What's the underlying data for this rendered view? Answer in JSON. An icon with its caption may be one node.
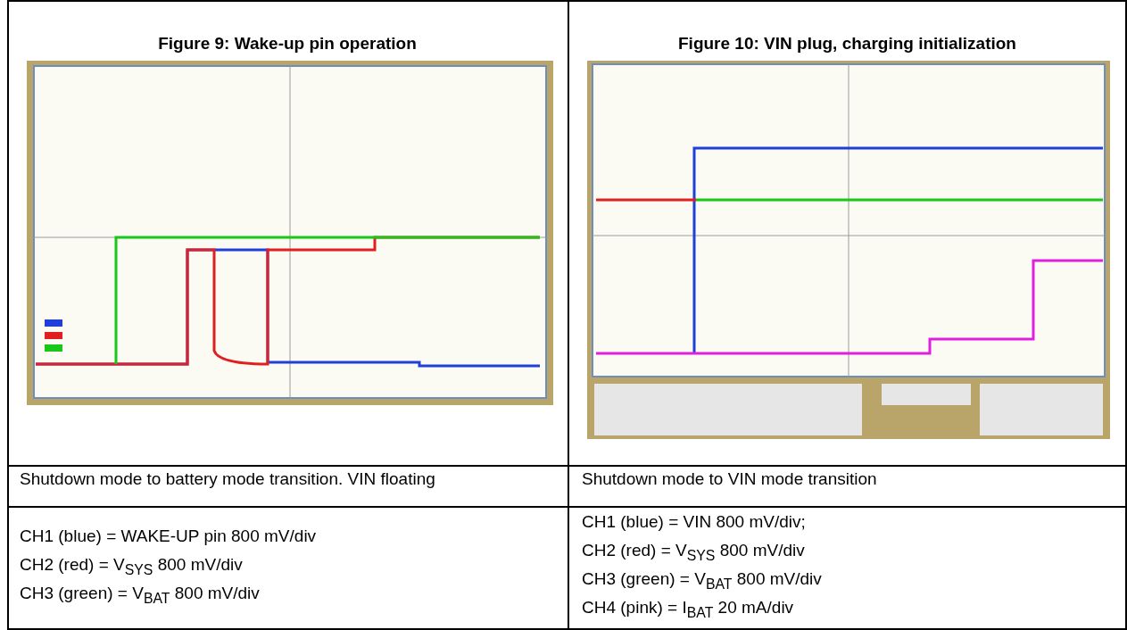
{
  "diagram": {
    "labels": [
      "Figure 9: Wake-up pin operation",
      "Figure 10: VIN plug, charging initialization",
      "Shutdown mode to battery mode transition. VIN floating",
      "Shutdown mode to VIN mode transition",
      "CH1 (blue) = WAKE-UP pin 800 mV/div",
      "CH2 (red) = V$_{SYS}$ 800 mV/div",
      "CH3 (green) = V$_{BAT}$ 800 mV/div",
      "CH1 (blue) = VIN 800 mV/div;",
      "CH2 (red) = V$_{SYS}$ 800 mV/div",
      "CH3 (green) = V$_{BAT}$ 800 mV/div",
      "CH4 (pink) = I$_{BAT}$ 20 mA/div"
    ]
  }
}
